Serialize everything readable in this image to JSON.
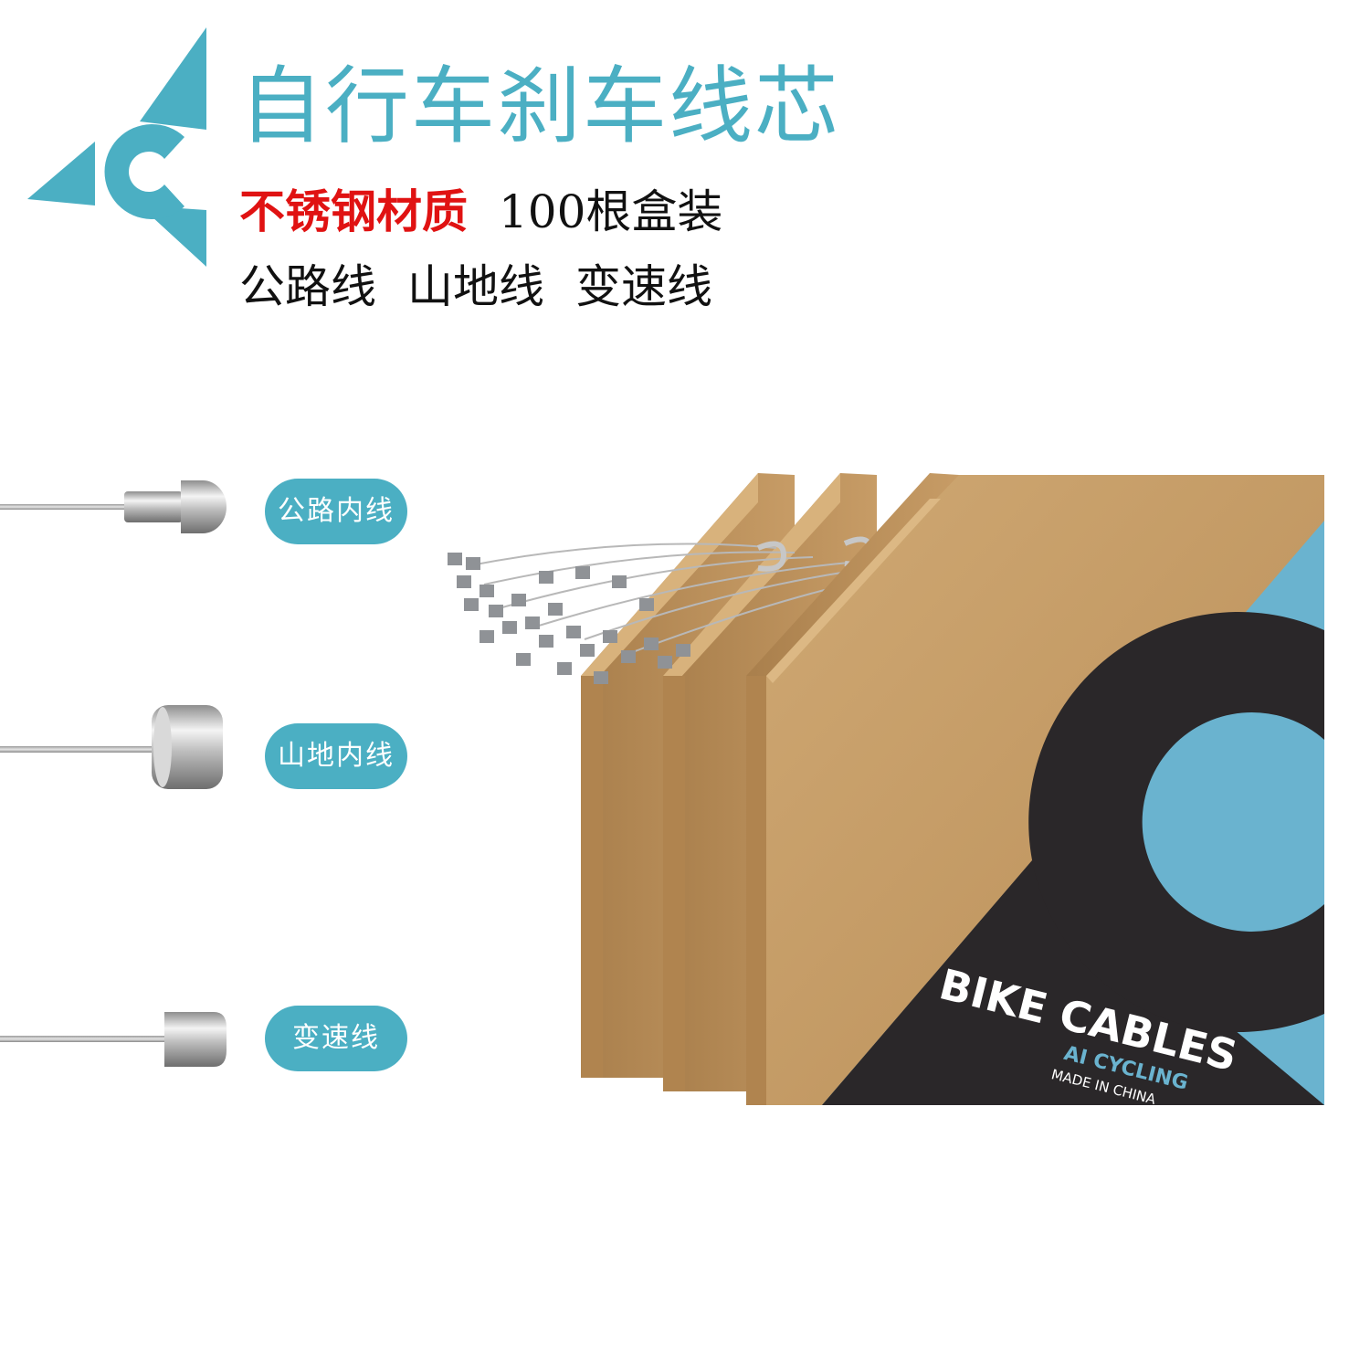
{
  "brand": {
    "accent_color": "#4bafc3",
    "highlight_color": "#e01212",
    "logo_icon": "triangle-c-logo-icon"
  },
  "header": {
    "title": "自行车刹车线芯",
    "material": "不锈钢材质",
    "package": "100根盒装",
    "types": [
      "公路线",
      "山地线",
      "变速线"
    ]
  },
  "cable_types": [
    {
      "label": "公路内线",
      "tip_icon": "road-cable-tip-icon"
    },
    {
      "label": "山地内线",
      "tip_icon": "mtb-cable-tip-icon"
    },
    {
      "label": "变速线",
      "tip_icon": "shift-cable-tip-icon"
    }
  ],
  "product_box": {
    "brand_name": "BIKE CABLES",
    "sub_brand": "AI CYCLING",
    "origin": "MADE IN CHINA",
    "kraft_color": "#c8a06b",
    "box_blue": "#6ab3cf",
    "box_dark": "#2a2729"
  }
}
